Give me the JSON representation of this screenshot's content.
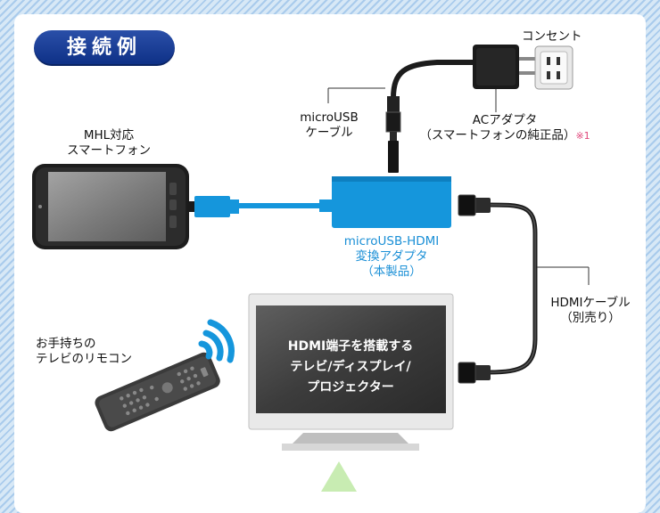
{
  "title": "接続例",
  "labels": {
    "outlet": "コンセント",
    "cable_micro_usb_l1": "microUSB",
    "cable_micro_usb_l2": "ケーブル",
    "ac_adapter_l1": "ACアダプタ",
    "ac_adapter_l2": "（スマートフォンの純正品）",
    "ac_adapter_note": "※1",
    "phone_l1": "MHL対応",
    "phone_l2": "スマートフォン",
    "product_l1": "microUSB-HDMI",
    "product_l2": "変換アダプタ",
    "product_l3": "（本製品）",
    "hdmi_cable_l1": "HDMIケーブル",
    "hdmi_cable_l2": "（別売り）",
    "remote_l1": "お手持ちの",
    "remote_l2": "テレビのリモコン",
    "tv_l1": "HDMI端子を搭載する",
    "tv_l2": "テレビ/ディスプレイ/",
    "tv_l3": "プロジェクター"
  },
  "colors": {
    "badge": "#1b3f99",
    "product_text": "#1a8fd6",
    "adapter": "#1596dc",
    "note": "#e0457a",
    "arrow": "#c8ecb2"
  },
  "icons": [
    "power-plug-icon",
    "wall-outlet-icon",
    "smartphone-icon",
    "adapter-icon",
    "tv-icon",
    "remote-control-icon",
    "wireless-signal-icon",
    "hdmi-plug-icon",
    "down-arrow-icon"
  ]
}
